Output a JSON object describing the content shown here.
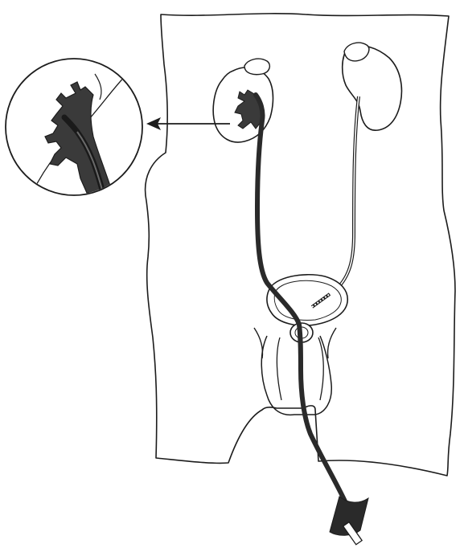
{
  "diagram": {
    "colors": {
      "line": "#1c1c1c",
      "ink": "#3a3a3a",
      "paper": "#ffffff"
    },
    "parts": [
      {
        "id": "torso-outline",
        "icon": "body-outline"
      },
      {
        "id": "left-kidney",
        "icon": "kidney-icon"
      },
      {
        "id": "right-kidney",
        "icon": "kidney-icon"
      },
      {
        "id": "left-ureter",
        "icon": "ureter-line"
      },
      {
        "id": "right-ureter",
        "icon": "ureter-line"
      },
      {
        "id": "bladder",
        "icon": "bladder-icon"
      },
      {
        "id": "prostate",
        "icon": "prostate-icon"
      },
      {
        "id": "penis",
        "icon": "penis-outline"
      },
      {
        "id": "ureteroscope",
        "icon": "flexible-scope"
      },
      {
        "id": "scope-handle",
        "icon": "scope-handle-icon"
      },
      {
        "id": "kidney-magnifier",
        "icon": "magnifier-circle"
      },
      {
        "id": "pointer-arrow",
        "icon": "arrow-left-icon"
      }
    ]
  }
}
